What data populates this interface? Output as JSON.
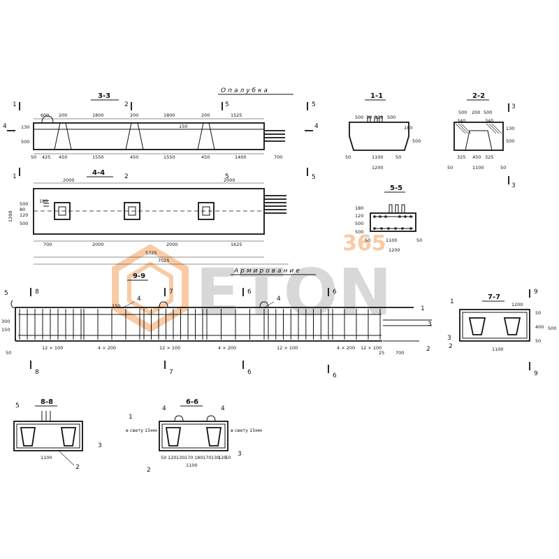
{
  "headings": {
    "opalubka": "Опалубка",
    "armirovanie": "Армирование"
  },
  "sections": {
    "s33": "3-3",
    "s44": "4-4",
    "s99": "9-9",
    "s11": "1-1",
    "s22": "2-2",
    "s55": "5-5",
    "s77": "7-7",
    "s88": "8-8",
    "s66": "6-6"
  },
  "cut_marks": {
    "m1": "1",
    "m2": "2",
    "m3": "3",
    "m4": "4",
    "m5": "5",
    "m6": "6",
    "m7": "7",
    "m8": "8",
    "m9": "9"
  },
  "dims_33_top": [
    "600",
    "200",
    "1800",
    "200",
    "1800",
    "200",
    "1525"
  ],
  "dims_33_bottom": [
    "50",
    "425",
    "450",
    "1550",
    "450",
    "1550",
    "450",
    "1400",
    "700"
  ],
  "dims_33_side": [
    "500",
    "130",
    "150"
  ],
  "dims_44_top": [
    "2000",
    "2000"
  ],
  "dims_44_side": [
    "1200",
    "500",
    "120",
    "80",
    "500",
    "180"
  ],
  "dims_44_bottom": [
    "700",
    "2000",
    "2000",
    "1625"
  ],
  "dims_44_total": [
    "5325",
    "7025"
  ],
  "dims_11": [
    "500",
    "30",
    "120",
    "500",
    "500",
    "180",
    "50",
    "1100",
    "50",
    "1200"
  ],
  "dims_22": [
    "500",
    "200",
    "500",
    "340",
    "340",
    "500",
    "130",
    "325",
    "450",
    "325",
    "50",
    "1100",
    "50"
  ],
  "dims_55": [
    "180",
    "500",
    "120",
    "500",
    "50",
    "1100",
    "50",
    "1200"
  ],
  "dims_99_bottom": [
    "50",
    "12 × 100",
    "4 × 200",
    "12 × 100",
    "4 × 200",
    "12 × 100",
    "4 × 200",
    "12 × 100",
    "25",
    "700"
  ],
  "dims_99_side": [
    "150",
    "300",
    "150"
  ],
  "dims_77": [
    "1200",
    "50",
    "400",
    "500",
    "50",
    "1100"
  ],
  "dims_88": [
    "1100"
  ],
  "dims_66": [
    "1100",
    "50",
    "120",
    "130",
    "170",
    "180",
    "170",
    "130",
    "120",
    "50"
  ],
  "notes_66": {
    "left": "в свету 15мм",
    "right": "в свету 15мм"
  },
  "bar_marks": [
    "1",
    "2",
    "3",
    "4",
    "5",
    "6"
  ],
  "watermark": {
    "brand": "ETON",
    "number": "365",
    "color_orange": "#f5a05a",
    "color_grey": "#b9b9b9"
  }
}
